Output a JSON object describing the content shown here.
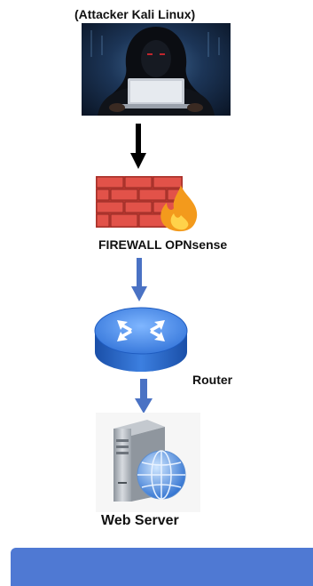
{
  "nodes": {
    "attacker": {
      "label": "(Attacker Kali Linux)",
      "icon": "hooded-hacker-laptop-icon"
    },
    "firewall": {
      "label": "FIREWALL OPNsense",
      "icon": "brick-firewall-flame-icon"
    },
    "router": {
      "label": "Router",
      "icon": "router-icon"
    },
    "server": {
      "label": "Web Server",
      "icon": "web-server-globe-icon"
    }
  },
  "colors": {
    "arrow_black": "#000000",
    "arrow_blue": "#4a72c4",
    "bottom_bar": "#4f79d3",
    "router_blue": "#2f6fd6",
    "brick_red": "#d9443b"
  }
}
